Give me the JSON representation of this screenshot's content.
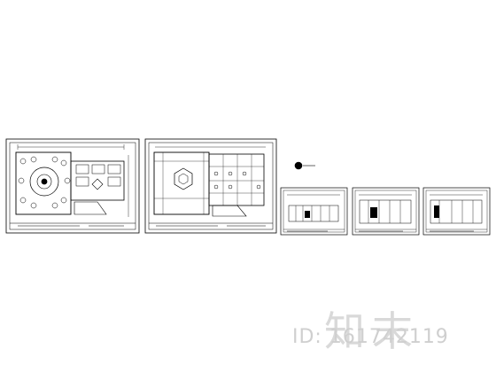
{
  "watermark": {
    "logo_text": "知末",
    "id_label": "ID: 161742119"
  },
  "sheets": [
    {
      "name": "floor-plan-sheet"
    },
    {
      "name": "ceiling-plan-sheet"
    },
    {
      "name": "elevation-sheet-1"
    },
    {
      "name": "elevation-sheet-2"
    },
    {
      "name": "elevation-sheet-3"
    }
  ],
  "colors": {
    "line": "#000000",
    "background": "#ffffff",
    "watermark": "#d6d6d6"
  }
}
